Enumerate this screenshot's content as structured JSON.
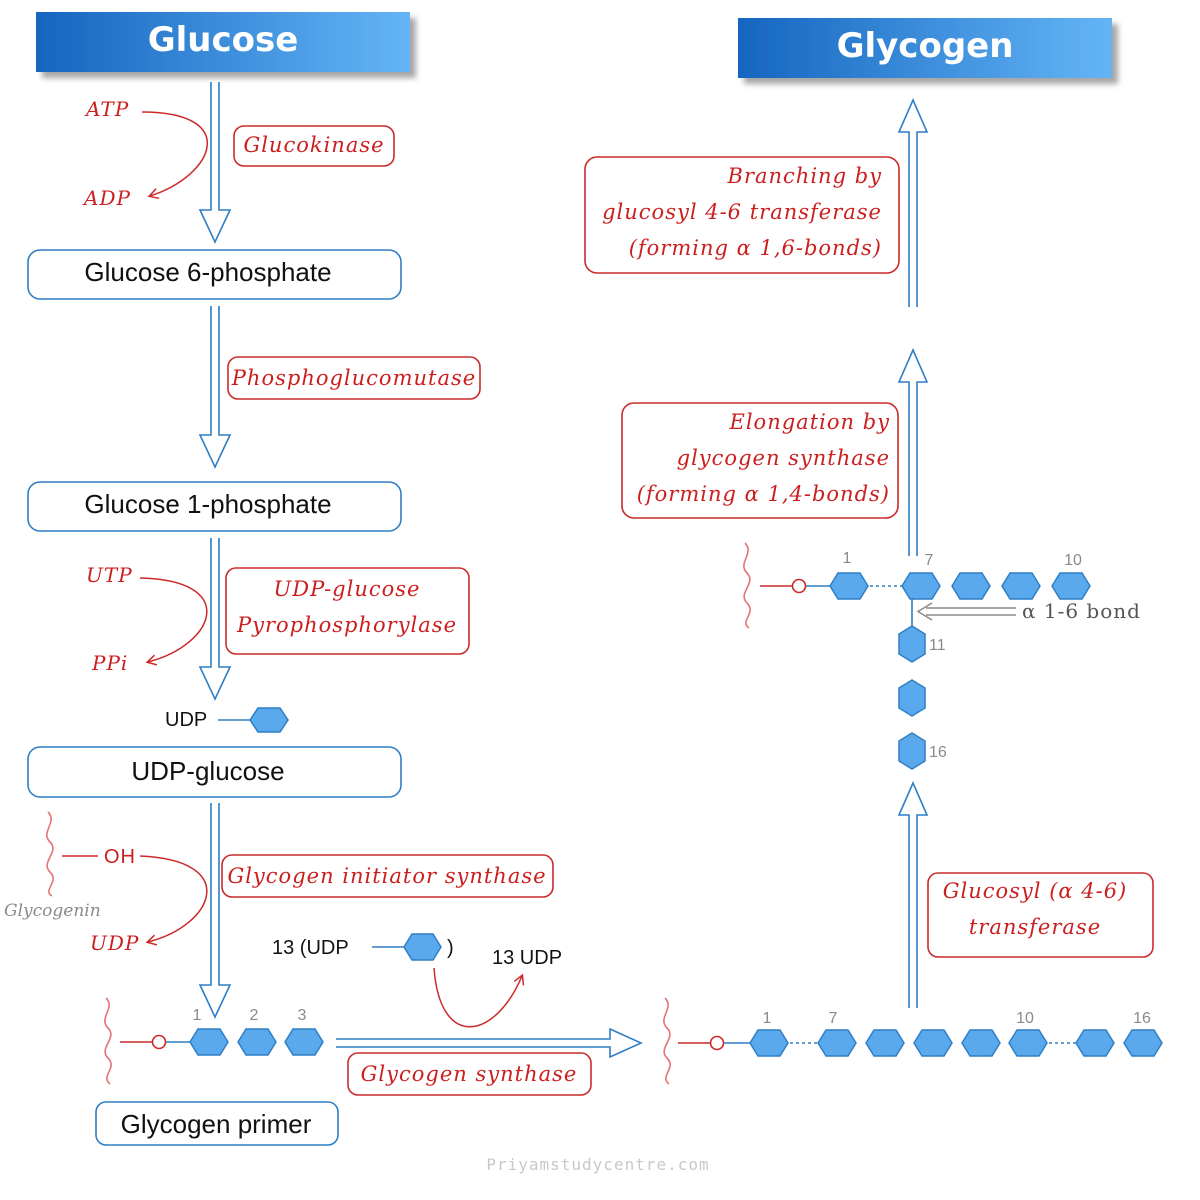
{
  "headers": {
    "start": "Glucose",
    "end": "Glycogen"
  },
  "nodes": {
    "g6p": "Glucose 6-phosphate",
    "g1p": "Glucose 1-phosphate",
    "udp_glucose": "UDP-glucose",
    "primer": "Glycogen primer"
  },
  "enzymes": {
    "glucokinase": "Glucokinase",
    "phosphoglucomutase": "Phosphoglucomutase",
    "udp_glucose_line1": "UDP-glucose",
    "udp_glucose_line2": "Pyrophosphorylase",
    "initiator": "Glycogen initiator synthase",
    "synthase": "Glycogen synthase",
    "transferase_line1": "Glucosyl (α 4-6)",
    "transferase_line2": "transferase",
    "elongation_line1": "Elongation by",
    "elongation_line2": "glycogen synthase",
    "elongation_line3": "(forming α 1,4-bonds)",
    "branching_line1": "Branching by",
    "branching_line2": "glucosyl 4-6 transferase",
    "branching_line3": "(forming α 1,6-bonds)"
  },
  "cofactors": {
    "atp": "ATP",
    "adp": "ADP",
    "utp": "UTP",
    "ppi": "PPi",
    "oh": "OH",
    "udp": "UDP",
    "glycogenin": "Glycogenin"
  },
  "labels": {
    "udp_prefix": "UDP",
    "count_open": "13 (UDP",
    "count_close": ")",
    "count_udp": "13 UDP",
    "o": "O",
    "bond": "α 1-6 bond"
  },
  "primer_numbers": [
    "1",
    "2",
    "3"
  ],
  "chain_numbers": [
    "1",
    "7",
    "10",
    "16"
  ],
  "branched_numbers": [
    "1",
    "7",
    "10",
    "11",
    "16"
  ],
  "watermark": "Priyamstudycentre.com",
  "colors": {
    "blue": "#2f7fc6",
    "hexagon": "#5aa9ec",
    "red": "#cc1e1e",
    "header_start": "#1565c0",
    "header_end": "#64b5f6"
  }
}
